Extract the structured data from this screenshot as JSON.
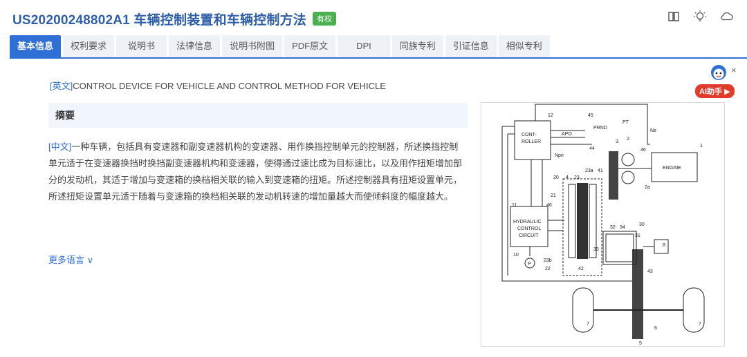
{
  "header": {
    "title": "US20200248802A1 车辆控制装置和车辆控制方法",
    "badge": "有权",
    "icons": [
      "book-icon",
      "lightbulb-icon",
      "cloud-icon"
    ]
  },
  "tabs": [
    {
      "label": "基本信息",
      "active": true
    },
    {
      "label": "权利要求"
    },
    {
      "label": "说明书"
    },
    {
      "label": "法律信息"
    },
    {
      "label": "说明书附图"
    },
    {
      "label": "PDF原文"
    },
    {
      "label": "DPI"
    },
    {
      "label": "同族专利"
    },
    {
      "label": "引证信息"
    },
    {
      "label": "相似专利"
    }
  ],
  "english_title": {
    "tag": "[英文]",
    "text": "CONTROL DEVICE FOR VEHICLE AND CONTROL METHOD FOR VEHICLE"
  },
  "abstract": {
    "heading": "摘要",
    "tag": "[中文]",
    "lines": [
      "一种车辆，包括具有变速器和副变速器机构的变速器、用作换挡控制单元的控制器，所述换挡控制",
      "单元适于在变速器换挡时换挡副变速器机构和变速器，使得通过速比成为目标速比，以及用作扭矩增加部",
      "分的发动机，其适于增加与变速箱的换档相关联的输入到变速箱的扭矩。所述控制器具有扭矩设置单元，",
      "所述扭矩设置单元适于随着与变速箱的换档相关联的发动机转速的增加量越大而使倾斜度的幅度越大。"
    ]
  },
  "more_languages": "更多语言 ∨",
  "ai_helper": {
    "label": "AI助手",
    "close": "×"
  },
  "figure": {
    "labels": {
      "controller": [
        "CONT-",
        "ROLLER"
      ],
      "engine": "ENGINE",
      "hydraulic": [
        "HYDRAULIC",
        "CONTROL",
        "CIRCUIT"
      ],
      "prnd": "PRND",
      "apo": "APO",
      "npri": "Npri",
      "ne": "Ne",
      "pt": "PT",
      "pump": "P",
      "refs": [
        "12",
        "45",
        "44",
        "3",
        "2",
        "46",
        "1",
        "23a",
        "41",
        "20",
        "4",
        "23",
        "21",
        "11",
        "46",
        "2a",
        "32",
        "34",
        "30",
        "31",
        "33",
        "8",
        "10",
        "23b",
        "22",
        "42",
        "43",
        "7",
        "6",
        "7",
        "5"
      ]
    }
  }
}
